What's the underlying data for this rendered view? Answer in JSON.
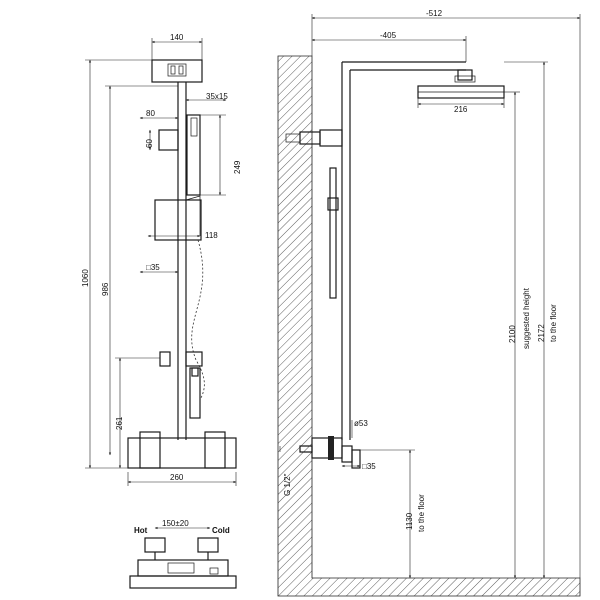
{
  "front_view": {
    "dims": {
      "top_width": "140",
      "handshower_size": "35x15",
      "holder_offset": "80",
      "holder_height": "60",
      "handshower_length": "249",
      "holder_depth": "118",
      "total_height": "1060",
      "column_height": "986",
      "column_section": "□35",
      "mixer_height": "261",
      "mixer_width": "260"
    }
  },
  "plan_view": {
    "hot_label": "Hot",
    "cold_label": "Cold",
    "inlet_spacing": "150±20"
  },
  "side_view": {
    "dims": {
      "overall_projection": "-512",
      "arm_projection": "-405",
      "head_size": "216",
      "flange_diameter": "ø53",
      "lower_section": "□35",
      "thread": "G 1/2\"",
      "inlet_height": "1130",
      "inlet_height_note": "to the floor",
      "suggested_height": "2100",
      "suggested_height_note": "suggested height",
      "floor_height": "2172",
      "floor_height_note": "to the floor"
    }
  }
}
